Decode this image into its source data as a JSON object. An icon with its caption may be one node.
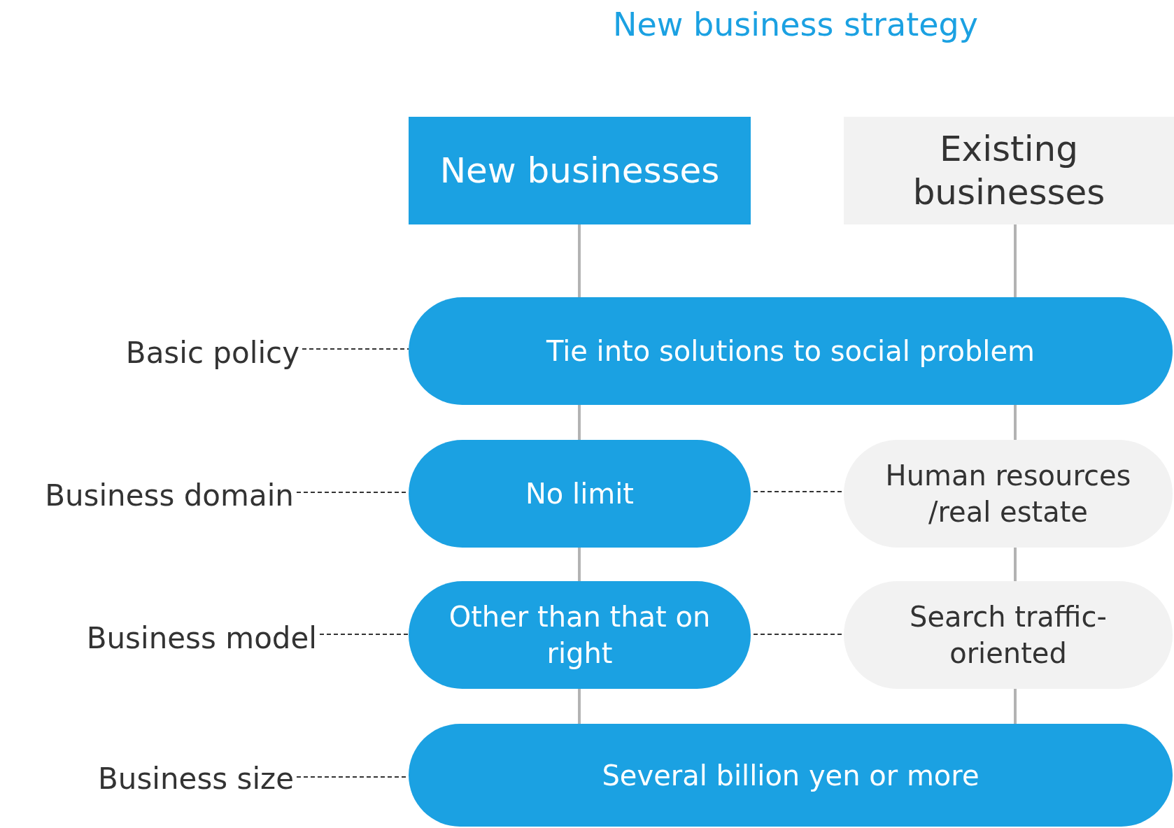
{
  "diagram": {
    "title": "New business strategy",
    "nodes": [
      {
        "text": [
          "New businesses"
        ]
      },
      {
        "text": [
          "Existing businesses"
        ]
      },
      {
        "text": [
          "Basic policy"
        ]
      },
      {
        "text": [
          "Tie into solutions to social problem"
        ]
      },
      {
        "text": [
          "Business domain"
        ]
      },
      {
        "text": [
          "No limit"
        ]
      },
      {
        "text": [
          "Human resources /real estate"
        ]
      },
      {
        "text": [
          "Business model"
        ]
      },
      {
        "text": [
          "Other than that on right"
        ]
      },
      {
        "text": [
          "Search traffic-oriented"
        ]
      },
      {
        "text": [
          "Business size"
        ]
      },
      {
        "text": [
          "Several billion yen or more"
        ]
      }
    ],
    "edges": [
      {
        "from": 0,
        "to": 3,
        "arrow": "none"
      },
      {
        "from": 3,
        "to": 5,
        "arrow": "none"
      },
      {
        "from": 5,
        "to": 8,
        "arrow": "none"
      },
      {
        "from": 8,
        "to": 11,
        "arrow": "none"
      },
      {
        "from": 1,
        "to": 3,
        "arrow": "none"
      },
      {
        "from": 3,
        "to": 6,
        "arrow": "none"
      },
      {
        "from": 6,
        "to": 9,
        "arrow": "none"
      },
      {
        "from": 9,
        "to": 11,
        "arrow": "none"
      },
      {
        "from": 2,
        "to": 3,
        "arrow": "none",
        "style": "dashed",
        "color": "#333333"
      },
      {
        "from": 4,
        "to": 5,
        "arrow": "none",
        "style": "dashed",
        "color": "#333333"
      },
      {
        "from": 5,
        "to": 6,
        "arrow": "none",
        "style": "dashed",
        "color": "#333333"
      },
      {
        "from": 7,
        "to": 8,
        "arrow": "none",
        "style": "dashed",
        "color": "#333333"
      },
      {
        "from": 8,
        "to": 9,
        "arrow": "none",
        "style": "dashed",
        "color": "#333333"
      },
      {
        "from": 10,
        "to": 11,
        "arrow": "none",
        "style": "dashed",
        "color": "#333333"
      }
    ]
  }
}
